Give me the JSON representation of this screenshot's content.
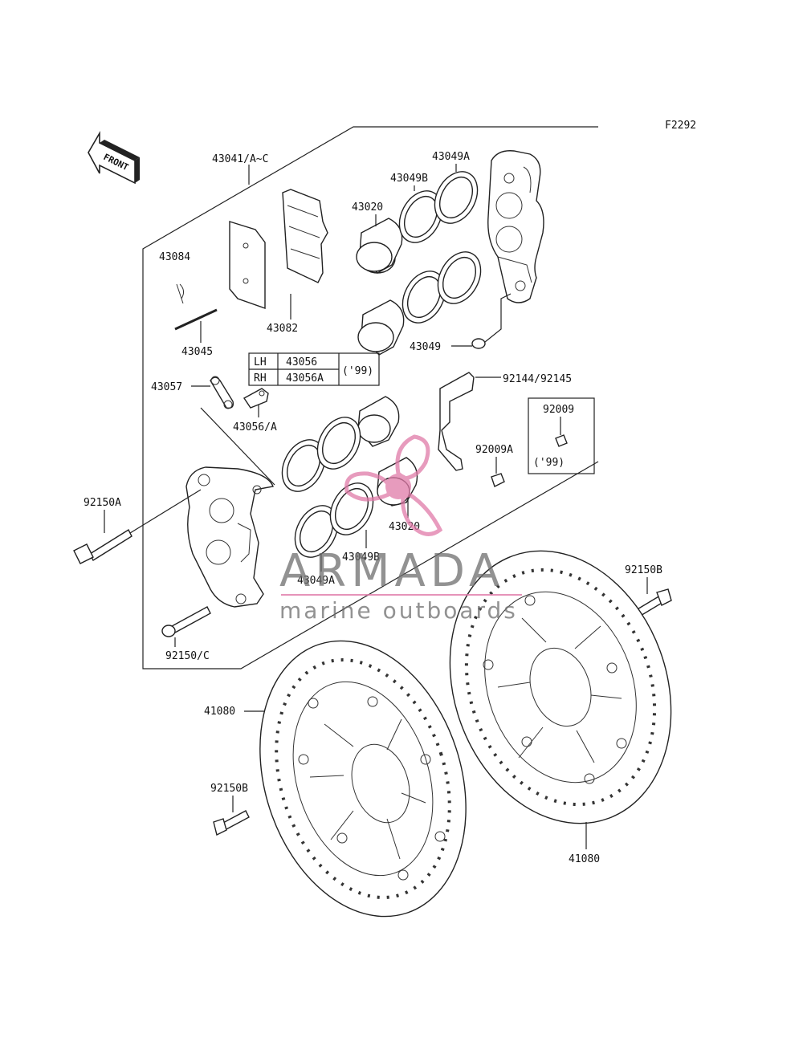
{
  "figure_code": "F2292",
  "direction_arrow": {
    "text": "FRONT",
    "icon": "front-arrow-icon"
  },
  "parts": {
    "p43041": "43041/A~C",
    "p43049A_top": "43049A",
    "p43049B_top": "43049B",
    "p43020_top": "43020",
    "p43084": "43084",
    "p43082": "43082",
    "p43045": "43045",
    "p43049": "43049",
    "p43057": "43057",
    "p43056A": "43056/A",
    "p92144": "92144/92145",
    "p92009": "92009",
    "p92009A": "92009A",
    "p92150A": "92150A",
    "p43020_bot": "43020",
    "p43049B_bot": "43049B",
    "p43049A_bot": "43049A",
    "p92150C": "92150/C",
    "p92150B_right": "92150B",
    "p41080_left": "41080",
    "p92150B_left": "92150B",
    "p41080_right": "41080"
  },
  "side_table": {
    "rows": [
      {
        "side": "LH",
        "part": "43056"
      },
      {
        "side": "RH",
        "part": "43056A"
      }
    ],
    "year_note": "('99)"
  },
  "inset_year_note": "('99)",
  "watermark": {
    "brand": "ARMADA",
    "tagline": "marine outboards",
    "accent_color": "#e07aa8"
  }
}
